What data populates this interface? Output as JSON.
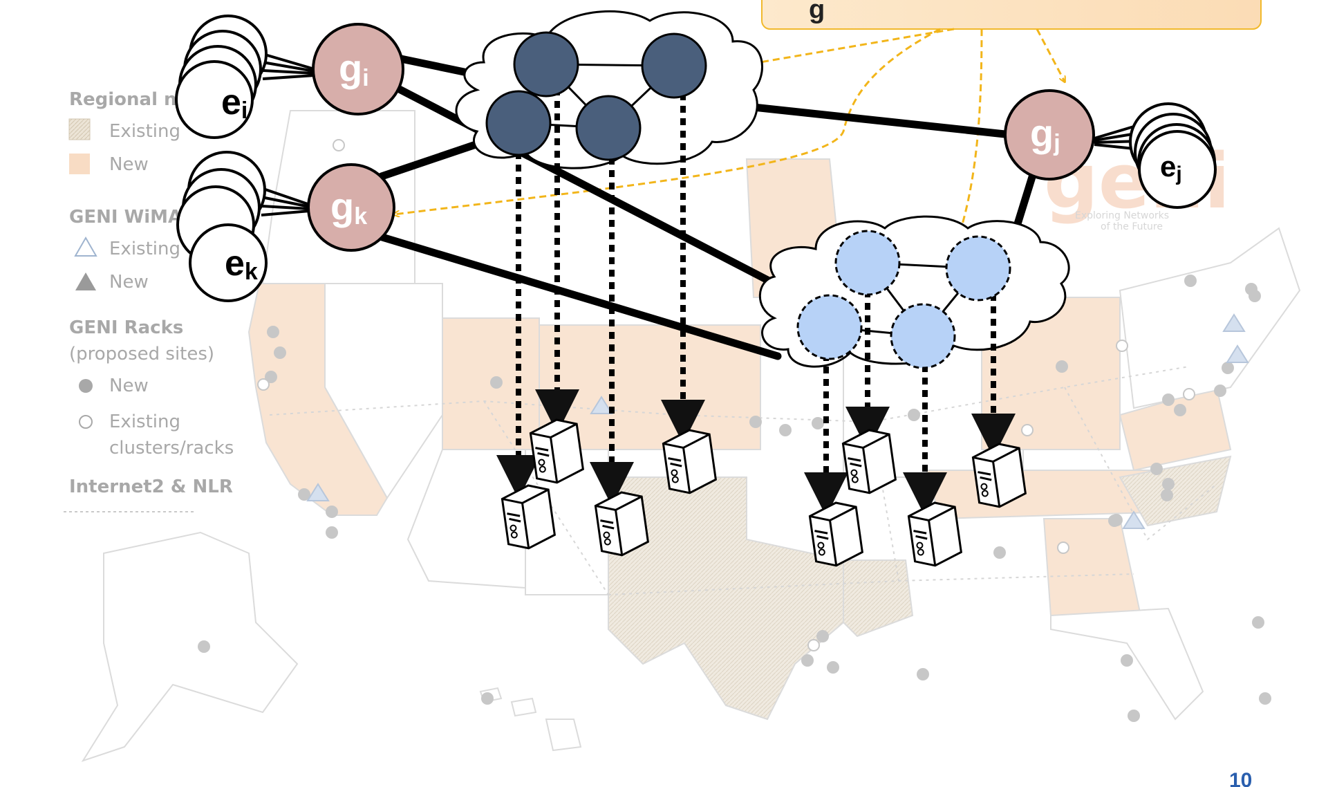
{
  "legend": {
    "regional_heading": "Regional nets",
    "regional_existing": "Existing",
    "regional_new": "New",
    "wimax_heading": "GENI WiMAX",
    "wimax_existing": "Existing",
    "wimax_new": "New",
    "racks_heading": "GENI Racks",
    "racks_subheading": "(proposed sites)",
    "racks_new": "New",
    "racks_existing_1": "Existing",
    "racks_existing_2": "clusters/racks",
    "backbone": "Internet2 & NLR"
  },
  "logo": {
    "text": "geni",
    "tagline_1": "Exploring Networks",
    "tagline_2": "of the Future"
  },
  "nodes": {
    "gi": {
      "main": "g",
      "sub": "i"
    },
    "gk": {
      "main": "g",
      "sub": "k"
    },
    "gj": {
      "main": "g",
      "sub": "j"
    },
    "ei": {
      "main": "e",
      "sub": "i"
    },
    "ek": {
      "main": "e",
      "sub": "k"
    },
    "ej": {
      "main": "e",
      "sub": "j"
    }
  },
  "callout": {
    "visible_fragment": "g"
  },
  "slide_number": "10",
  "colors": {
    "gateway_fill": "#d7aeaa",
    "dark_router": "#4a5f7c",
    "light_router": "#b7d2f7",
    "arrow_orange": "#f2b51a",
    "callout_fill": "#fce3c3",
    "callout_border": "#f1b92c",
    "state_orange": "#f8dcc4"
  }
}
